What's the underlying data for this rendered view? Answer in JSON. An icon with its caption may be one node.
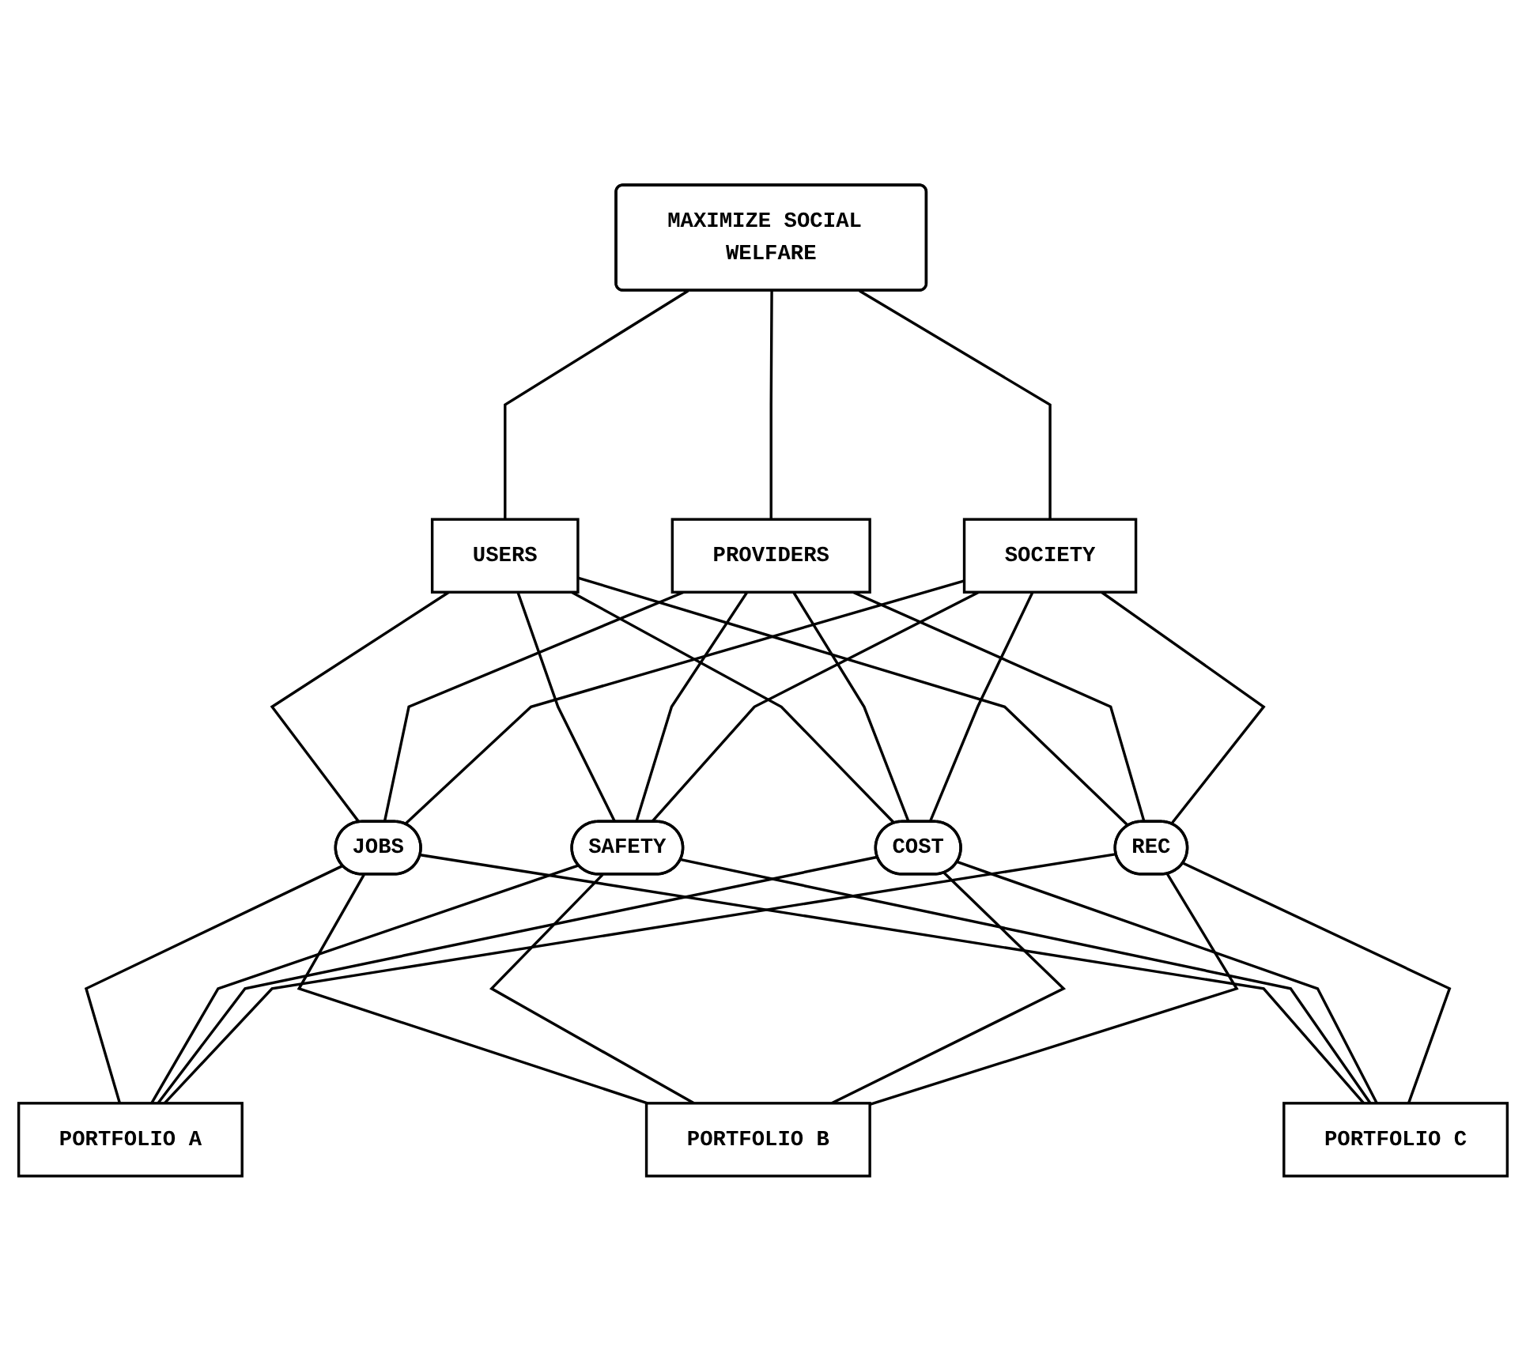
{
  "diagram": {
    "nodes": [
      {
        "text": [
          "MAXIMIZE SOCIAL WELFARE"
        ]
      },
      {
        "text": [
          "USERS"
        ]
      },
      {
        "text": [
          "PROVIDERS"
        ]
      },
      {
        "text": [
          "SOCIETY"
        ]
      },
      {
        "text": [
          "JOBS"
        ]
      },
      {
        "text": [
          "SAFETY"
        ]
      },
      {
        "text": [
          "COST"
        ]
      },
      {
        "text": [
          "REC"
        ]
      },
      {
        "text": [
          "PORTFOLIO A"
        ]
      },
      {
        "text": [
          "PORTFOLIO B"
        ]
      },
      {
        "text": [
          "PORTFOLIO C"
        ]
      }
    ],
    "edges": [
      {
        "from": 0,
        "to": 1,
        "arrow": "none"
      },
      {
        "from": 0,
        "to": 2,
        "arrow": "none"
      },
      {
        "from": 0,
        "to": 3,
        "arrow": "none"
      },
      {
        "from": 1,
        "to": 4,
        "arrow": "none"
      },
      {
        "from": 1,
        "to": 5,
        "arrow": "none"
      },
      {
        "from": 1,
        "to": 6,
        "arrow": "none"
      },
      {
        "from": 1,
        "to": 7,
        "arrow": "none"
      },
      {
        "from": 2,
        "to": 4,
        "arrow": "none"
      },
      {
        "from": 2,
        "to": 5,
        "arrow": "none"
      },
      {
        "from": 2,
        "to": 6,
        "arrow": "none"
      },
      {
        "from": 2,
        "to": 7,
        "arrow": "none"
      },
      {
        "from": 3,
        "to": 4,
        "arrow": "none"
      },
      {
        "from": 3,
        "to": 5,
        "arrow": "none"
      },
      {
        "from": 3,
        "to": 6,
        "arrow": "none"
      },
      {
        "from": 3,
        "to": 7,
        "arrow": "none"
      },
      {
        "from": 4,
        "to": 8,
        "arrow": "none"
      },
      {
        "from": 4,
        "to": 9,
        "arrow": "none"
      },
      {
        "from": 4,
        "to": 10,
        "arrow": "none"
      },
      {
        "from": 5,
        "to": 8,
        "arrow": "none"
      },
      {
        "from": 5,
        "to": 9,
        "arrow": "none"
      },
      {
        "from": 5,
        "to": 10,
        "arrow": "none"
      },
      {
        "from": 6,
        "to": 8,
        "arrow": "none"
      },
      {
        "from": 6,
        "to": 9,
        "arrow": "none"
      },
      {
        "from": 6,
        "to": 10,
        "arrow": "none"
      },
      {
        "from": 7,
        "to": 8,
        "arrow": "none"
      },
      {
        "from": 7,
        "to": 9,
        "arrow": "none"
      },
      {
        "from": 7,
        "to": 10,
        "arrow": "none"
      }
    ]
  }
}
